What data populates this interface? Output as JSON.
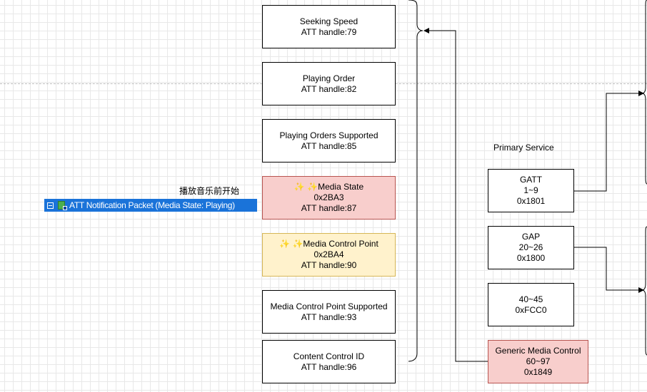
{
  "left_boxes": [
    {
      "lines": [
        "Seeking Speed",
        "ATT handle:79"
      ]
    },
    {
      "lines": [
        "Playing Order",
        "ATT handle:82"
      ]
    },
    {
      "lines": [
        "Playing Orders Supported",
        "ATT handle:85"
      ]
    },
    {
      "lines": [
        "✨ ✨Media State",
        "0x2BA3",
        "ATT handle:87"
      ]
    },
    {
      "lines": [
        "✨ ✨Media Control Point",
        "0x2BA4",
        "ATT handle:90"
      ]
    },
    {
      "lines": [
        "Media Control Point Supported",
        "ATT handle:93"
      ]
    },
    {
      "lines": [
        "Content Control ID",
        "ATT handle:96"
      ]
    }
  ],
  "service_label": "Primary Service",
  "service_boxes": [
    {
      "lines": [
        "GATT",
        "1~9",
        "0x1801"
      ]
    },
    {
      "lines": [
        "GAP",
        "20~26",
        "0x1800"
      ]
    },
    {
      "lines": [
        "40~45",
        "0xFCC0"
      ]
    },
    {
      "lines": [
        "Generic Media Control",
        "60~97",
        "0x1849"
      ]
    }
  ],
  "note": "播放音乐前开始",
  "packet_row": {
    "label": "ATT Notification Packet (Media State: Playing)",
    "icons": [
      "collapse-icon",
      "packet-icon"
    ]
  },
  "colors": {
    "highlight_red_fill": "#f8cecc",
    "highlight_red_border": "#b85450",
    "highlight_yellow_fill": "#fff2cc",
    "highlight_yellow_border": "#d6b656",
    "selection_blue": "#1a73d9"
  }
}
